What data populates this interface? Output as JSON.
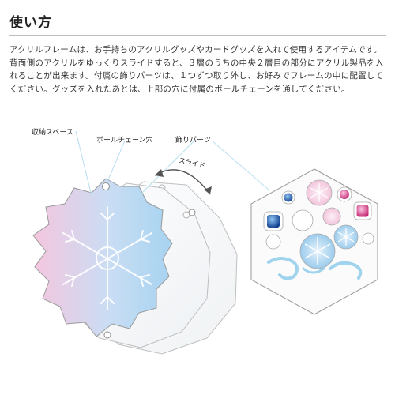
{
  "section": {
    "title": "使い方",
    "description": "アクリルフレームは、お手持ちのアクリルグッズやカードグッズを入れて使用するアイテムです。背面側のアクリルをゆっくりスライドすると、３層のうちの中央２層目の部分にアクリル製品を入れることが出来ます。付属の飾りパーツは、１つずつ取り外し、お好みでフレームの中に配置してください。グッズを入れたあとは、上部の穴に付属のボールチェーンを通してください。"
  },
  "diagram": {
    "labels": {
      "storage_space": "収納スペース",
      "ball_chain_hole": "ボールチェーン穴",
      "decoration_parts": "飾りパーツ",
      "slide": "スライド"
    }
  },
  "colors": {
    "pink": "#f2c4dd",
    "blue": "#a9d3ef",
    "line": "#b9dff2",
    "sapphire": "#2a64b8",
    "rose": "#e05aa0"
  }
}
